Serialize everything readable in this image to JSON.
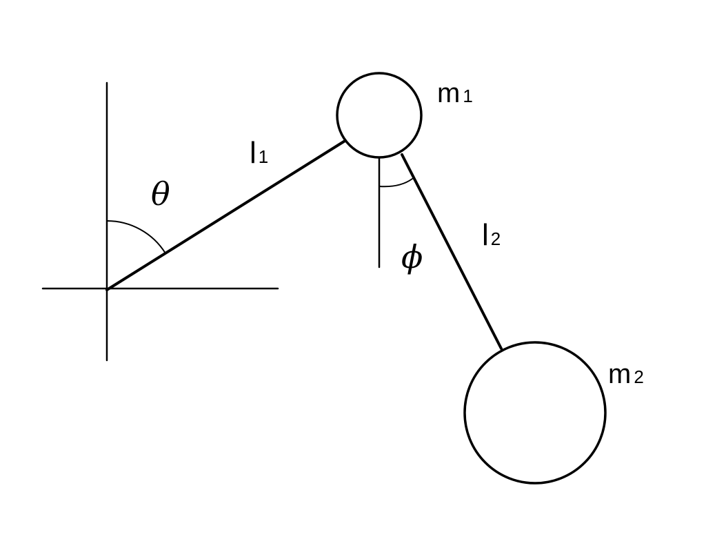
{
  "labels": {
    "mass1": {
      "base": "m",
      "sub": "1"
    },
    "mass2": {
      "base": "m",
      "sub": "2"
    },
    "length1": {
      "base": "l",
      "sub": "1"
    },
    "length2": {
      "base": "l",
      "sub": "2"
    },
    "angle1": "θ",
    "angle2": "ϕ"
  },
  "colors": {
    "line": "#000000",
    "background": "#ffffff"
  }
}
